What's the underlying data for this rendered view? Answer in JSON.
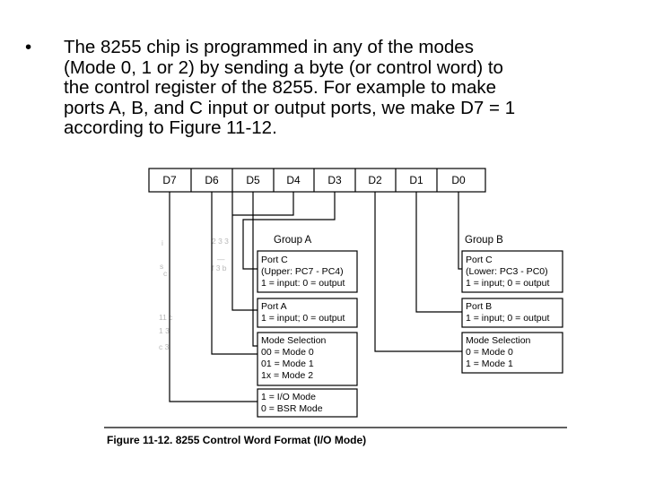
{
  "slide": {
    "bullet_symbol": "•",
    "lines": [
      "The 8255 chip is programmed in any of the modes",
      "(Mode 0, 1 or 2) by sending a byte (or control word) to",
      "the control register of the 8255. For example to make",
      "ports A, B, and C input or output ports, we make D7 = 1",
      "according to Figure 11-12."
    ]
  },
  "figure": {
    "bits": [
      "D7",
      "D6",
      "D5",
      "D4",
      "D3",
      "D2",
      "D1",
      "D0"
    ],
    "group_a": {
      "title": "Group A",
      "port_c": [
        "Port C",
        "(Upper: PC7 - PC4)",
        "1 = input: 0 = output"
      ],
      "port_a": [
        "Port A",
        "1 = input; 0 = output"
      ],
      "mode_selection": [
        "Mode Selection",
        "00 = Mode 0",
        "01 = Mode 1",
        "1x = Mode 2"
      ]
    },
    "group_b": {
      "title": "Group B",
      "port_c": [
        "Port C",
        "(Lower: PC3 - PC0)",
        "1 = input; 0 = output"
      ],
      "port_b": [
        "Port B",
        "1 = input; 0 = output"
      ],
      "mode_selection": [
        "Mode Selection",
        "0 = Mode 0",
        "1 = Mode 1"
      ]
    },
    "mode_flag": [
      "1 = I/O Mode",
      "0 = BSR Mode"
    ],
    "caption": "Figure 11-12. 8255 Control Word Format (I/O Mode)"
  }
}
